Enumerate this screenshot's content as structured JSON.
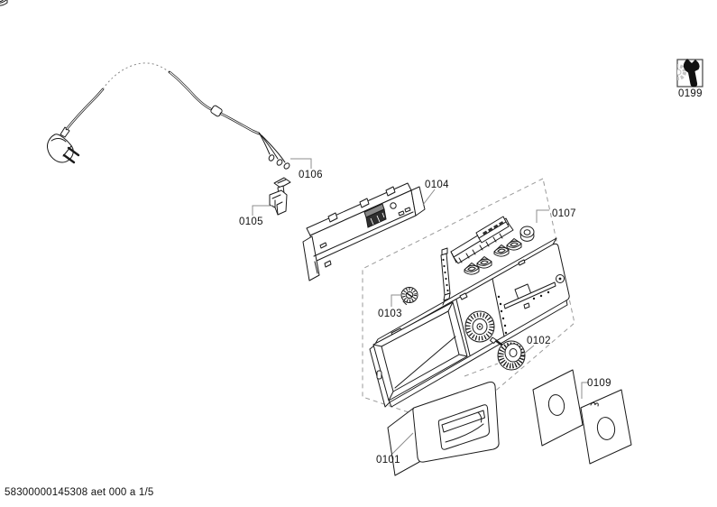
{
  "diagram": {
    "kind": "exploded-parts-diagram",
    "colors": {
      "background": "#ffffff",
      "line": "#1a1a1a",
      "leader": "#8c8c8c",
      "dashed": "#9a9a9a",
      "label": "#111111",
      "connector_fill": "#2f2f2f",
      "icon_gray": "#c4c4c4"
    },
    "parts": [
      {
        "ref": "0101"
      },
      {
        "ref": "0102"
      },
      {
        "ref": "0103"
      },
      {
        "ref": "0104"
      },
      {
        "ref": "0105"
      },
      {
        "ref": "0106"
      },
      {
        "ref": "0107"
      },
      {
        "ref": "0109"
      }
    ],
    "service_icon": {
      "ref": "0199",
      "icon": "wrench-and-gear-icon"
    },
    "footer": {
      "doc_code": "58300000145308 aet 000 a 1/5"
    }
  }
}
